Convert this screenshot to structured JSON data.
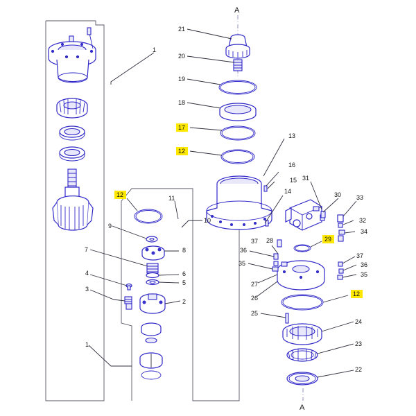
{
  "section_marker_top": "A",
  "section_marker_bottom": "A",
  "highlight_color": "#ffe800",
  "line_color": "#2f27c8",
  "callouts": {
    "c1_top": "1",
    "c1_bottom": "1",
    "c2": "2",
    "c3": "3",
    "c4": "4",
    "c5": "5",
    "c6": "6",
    "c7": "7",
    "c8": "8",
    "c9": "9",
    "c10": "10",
    "c11": "11",
    "c12_left": "12",
    "c12_mid": "12",
    "c12_right": "12",
    "c13": "13",
    "c14": "14",
    "c15": "15",
    "c16": "16",
    "c17": "17",
    "c18": "18",
    "c19": "19",
    "c20": "20",
    "c21": "21",
    "c22": "22",
    "c23": "23",
    "c24": "24",
    "c25": "25",
    "c26": "26",
    "c27": "27",
    "c28": "28",
    "c29": "29",
    "c30": "30",
    "c31": "31",
    "c32": "32",
    "c33": "33",
    "c34": "34",
    "c35_left": "35",
    "c35_right": "35",
    "c36_left": "36",
    "c36_right": "36",
    "c37_left": "37",
    "c37_right": "37"
  },
  "highlighted": [
    "12",
    "17",
    "29"
  ]
}
